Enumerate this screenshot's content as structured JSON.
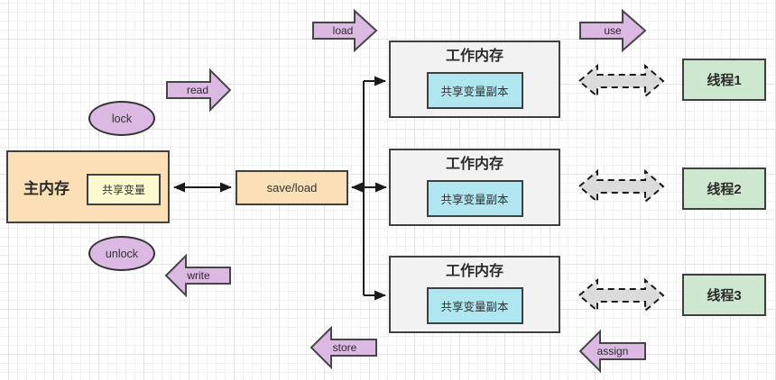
{
  "diagram": {
    "main_memory": {
      "title": "主内存",
      "variable": "共享变量"
    },
    "transfer": {
      "label": "save/load"
    },
    "working_memory_groups": [
      {
        "title": "工作内存",
        "copy": "共享变量副本",
        "thread": "线程1"
      },
      {
        "title": "工作内存",
        "copy": "共享变量副本",
        "thread": "线程2"
      },
      {
        "title": "工作内存",
        "copy": "共享变量副本",
        "thread": "线程3"
      }
    ],
    "operations": {
      "load": "load",
      "use": "use",
      "read": "read",
      "write": "write",
      "store": "store",
      "assign": "assign",
      "lock": "lock",
      "unlock": "unlock"
    }
  },
  "colors": {
    "operation_arrow_fill": "#dcb9e3",
    "memory_box_fill": "#fbdfb6",
    "variable_fill": "#fcf9d0",
    "working_memory_fill": "#f2f2f2",
    "variable_copy_fill": "#b0e6f0",
    "thread_fill": "#cde8ce",
    "sync_arrow_fill": "#dbdbdb",
    "shape_border": "#404040",
    "connector": "#1a1a1a"
  }
}
